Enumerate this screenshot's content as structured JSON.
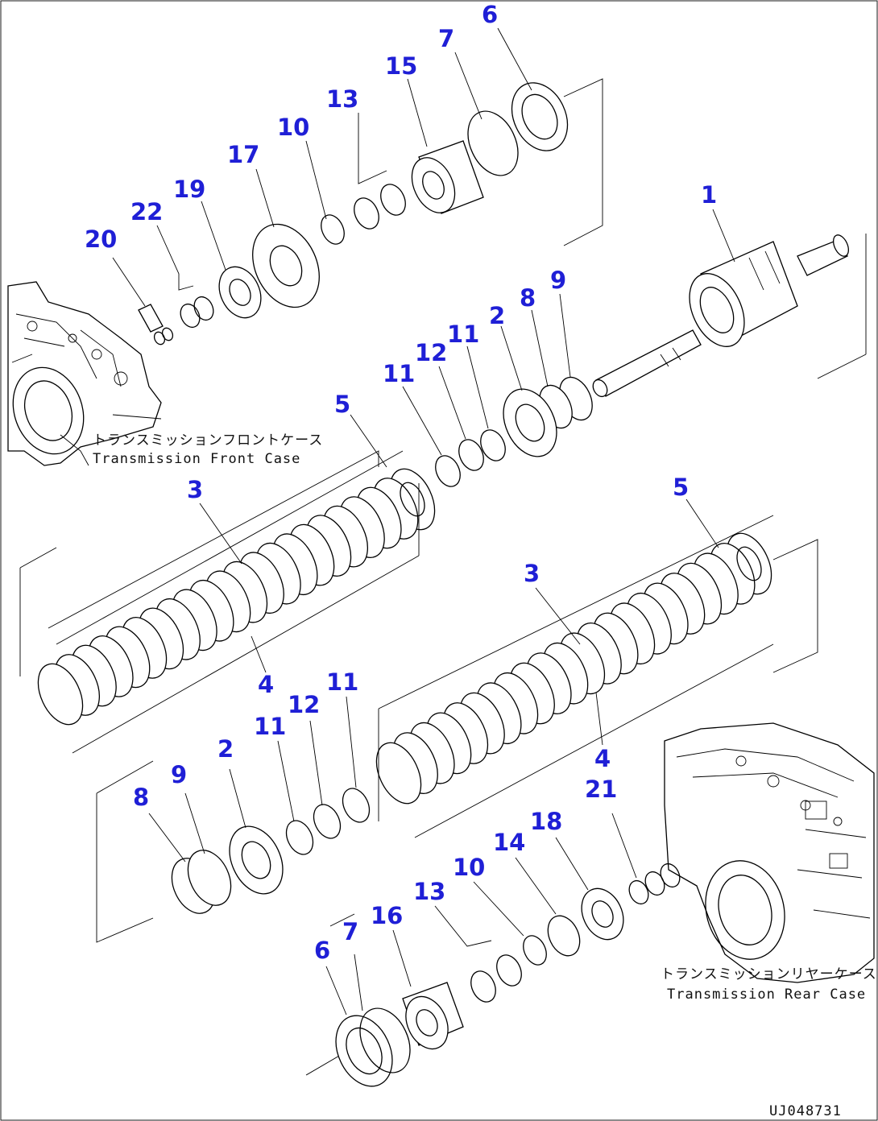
{
  "callouts": [
    {
      "id": "c6a",
      "label": "6"
    },
    {
      "id": "c7a",
      "label": "7"
    },
    {
      "id": "c15",
      "label": "15"
    },
    {
      "id": "c13a",
      "label": "13"
    },
    {
      "id": "c10a",
      "label": "10"
    },
    {
      "id": "c17",
      "label": "17"
    },
    {
      "id": "c19",
      "label": "19"
    },
    {
      "id": "c22",
      "label": "22"
    },
    {
      "id": "c20",
      "label": "20"
    },
    {
      "id": "c1",
      "label": "1"
    },
    {
      "id": "c9a",
      "label": "9"
    },
    {
      "id": "c8a",
      "label": "8"
    },
    {
      "id": "c2a",
      "label": "2"
    },
    {
      "id": "c11a",
      "label": "11"
    },
    {
      "id": "c12a",
      "label": "12"
    },
    {
      "id": "c11b",
      "label": "11"
    },
    {
      "id": "c5a",
      "label": "5"
    },
    {
      "id": "c3a",
      "label": "3"
    },
    {
      "id": "c5b",
      "label": "5"
    },
    {
      "id": "c3b",
      "label": "3"
    },
    {
      "id": "c4a",
      "label": "4"
    },
    {
      "id": "c11c",
      "label": "11"
    },
    {
      "id": "c12b",
      "label": "12"
    },
    {
      "id": "c11d",
      "label": "11"
    },
    {
      "id": "c2b",
      "label": "2"
    },
    {
      "id": "c9b",
      "label": "9"
    },
    {
      "id": "c8b",
      "label": "8"
    },
    {
      "id": "c4b",
      "label": "4"
    },
    {
      "id": "c21",
      "label": "21"
    },
    {
      "id": "c18",
      "label": "18"
    },
    {
      "id": "c14",
      "label": "14"
    },
    {
      "id": "c10b",
      "label": "10"
    },
    {
      "id": "c13b",
      "label": "13"
    },
    {
      "id": "c16",
      "label": "16"
    },
    {
      "id": "c7b",
      "label": "7"
    },
    {
      "id": "c6b",
      "label": "6"
    }
  ],
  "captions": {
    "front_case_jp": "トランスミッションフロントケース",
    "front_case_en": "Transmission Front Case",
    "rear_case_jp": "トランスミッションリヤーケース",
    "rear_case_en": "Transmission Rear Case",
    "figure_code": "UJ048731"
  },
  "colors": {
    "callout": "#1f1fd6",
    "line": "#000000",
    "background": "#ffffff"
  }
}
